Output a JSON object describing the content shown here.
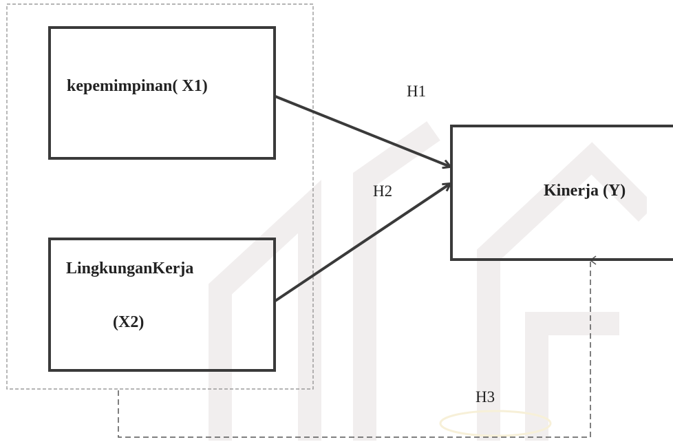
{
  "variables": {
    "x1": {
      "label": "kepemimpinan( X1)"
    },
    "x2": {
      "label_line1": "LingkunganKerja",
      "label_line2": "(X2)"
    },
    "y": {
      "label": "Kinerja (Y)"
    }
  },
  "hypotheses": {
    "h1": "H1",
    "h2": "H2",
    "h3": "H3"
  },
  "colors": {
    "box_border": "#3a3a3a",
    "arrow": "#3a3a3a",
    "dashed": "#555555",
    "group_border": "#888888",
    "watermark": "#f0eeee"
  }
}
